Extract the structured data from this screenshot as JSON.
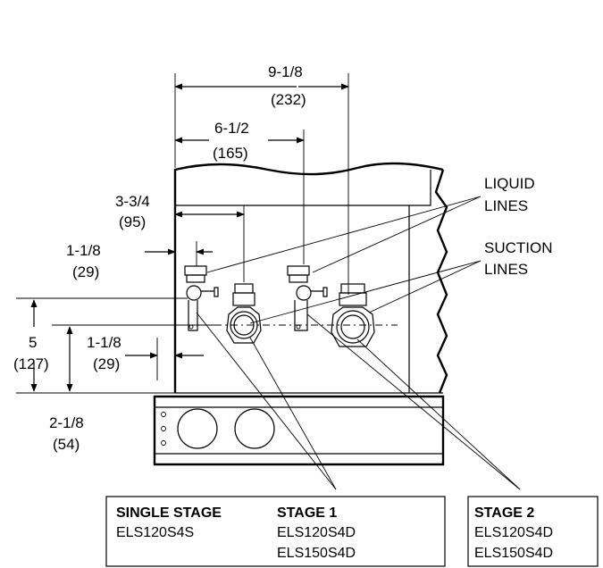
{
  "dimensions": {
    "d1": {
      "imperial": "9-1/8",
      "metric": "(232)"
    },
    "d2": {
      "imperial": "6-1/2",
      "metric": "(165)"
    },
    "d3": {
      "imperial": "3-3/4",
      "metric": "(95)"
    },
    "d4": {
      "imperial": "1-1/8",
      "metric": "(29)"
    },
    "d5": {
      "imperial": "5",
      "metric": "(127)"
    },
    "d6": {
      "imperial": "1-1/8",
      "metric": "(29)"
    },
    "d7": {
      "imperial": "2-1/8",
      "metric": "(54)"
    }
  },
  "callouts": {
    "liquid": [
      "LIQUID",
      "LINES"
    ],
    "suction": [
      "SUCTION",
      "LINES"
    ]
  },
  "legend": {
    "single_stage": {
      "header": "SINGLE STAGE",
      "models": [
        "ELS120S4S"
      ]
    },
    "stage1": {
      "header": "STAGE 1",
      "models": [
        "ELS120S4D",
        "ELS150S4D"
      ]
    },
    "stage2": {
      "header": "STAGE 2",
      "models": [
        "ELS120S4D",
        "ELS150S4D"
      ]
    }
  }
}
